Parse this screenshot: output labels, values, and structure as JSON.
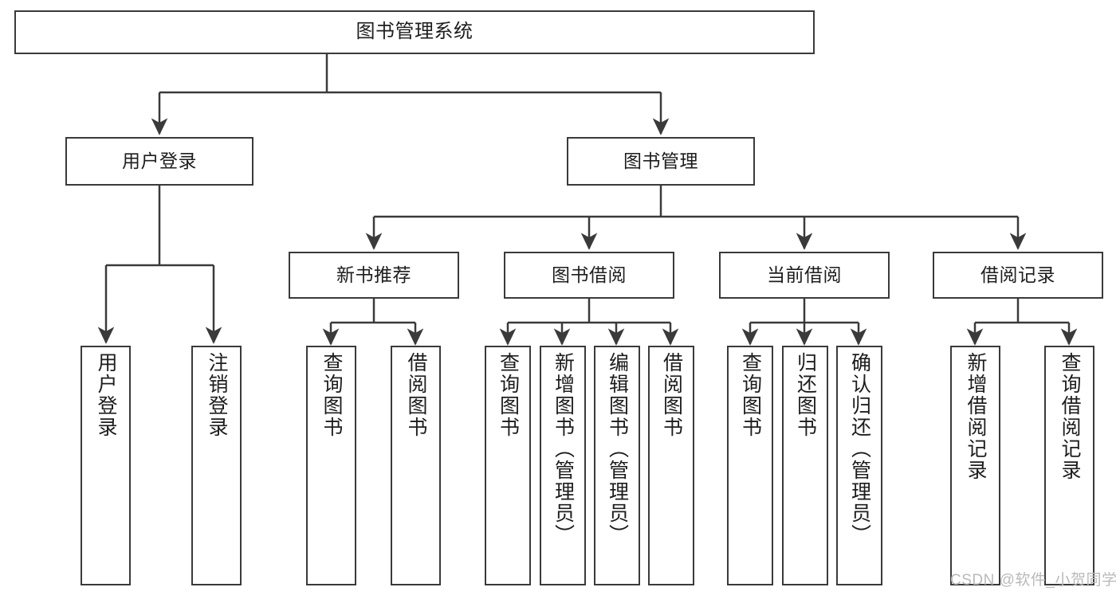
{
  "diagram": {
    "title": "图书管理系统",
    "type": "tree-hierarchy-chart",
    "stroke_color": "#3a3a3a",
    "text_color": "#1d1d1d",
    "background_color": "#ffffff"
  },
  "nodes": {
    "root": {
      "label": "图书管理系统",
      "level": 1
    },
    "user_login": {
      "label": "用户登录",
      "level": 2
    },
    "book_manage": {
      "label": "图书管理",
      "level": 2
    },
    "new_book_rec": {
      "label": "新书推荐",
      "level": 3
    },
    "book_borrow": {
      "label": "图书借阅",
      "level": 3
    },
    "current_borrow": {
      "label": "当前借阅",
      "level": 3
    },
    "borrow_record": {
      "label": "借阅记录",
      "level": 3
    },
    "leaf_user_login": {
      "label": "用户登录",
      "level": 4
    },
    "leaf_logout": {
      "label": "注销登录",
      "level": 4
    },
    "leaf_query_book_a": {
      "label": "查询图书",
      "level": 4
    },
    "leaf_borrow_book_a": {
      "label": "借阅图书",
      "level": 4
    },
    "leaf_query_book_b": {
      "label": "查询图书",
      "level": 4
    },
    "leaf_add_book": {
      "label": "新增图书（管理员）",
      "level": 4
    },
    "leaf_edit_book": {
      "label": "编辑图书（管理员）",
      "level": 4
    },
    "leaf_borrow_book_b": {
      "label": "借阅图书",
      "level": 4
    },
    "leaf_query_book_c": {
      "label": "查询图书",
      "level": 4
    },
    "leaf_return_book": {
      "label": "归还图书",
      "level": 4
    },
    "leaf_confirm_return": {
      "label": "确认归还（管理员）",
      "level": 4
    },
    "leaf_add_record": {
      "label": "新增借阅记录",
      "level": 4
    },
    "leaf_query_record": {
      "label": "查询借阅记录",
      "level": 4
    }
  },
  "watermark": {
    "text": "CSDN @软件_小贺同学"
  }
}
